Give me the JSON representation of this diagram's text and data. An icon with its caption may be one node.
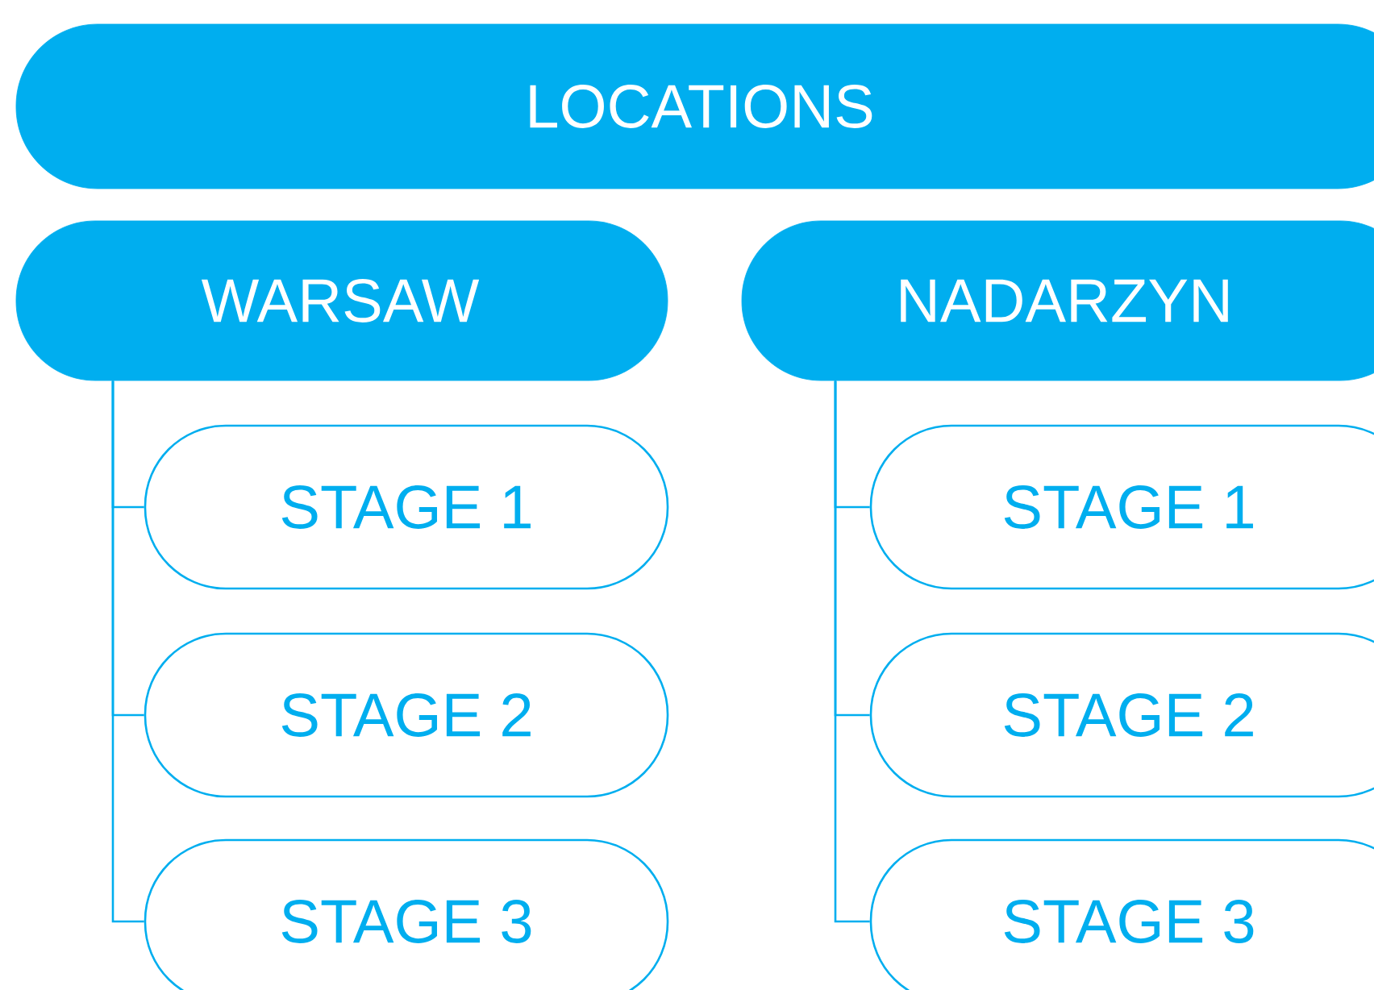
{
  "diagram": {
    "nodes": [
      {
        "text": [
          "LOCATIONS"
        ]
      },
      {
        "text": [
          "WARSAW"
        ]
      },
      {
        "text": [
          "STAGE 1"
        ]
      },
      {
        "text": [
          "STAGE 2"
        ]
      },
      {
        "text": [
          "STAGE 3"
        ]
      },
      {
        "text": [
          "NADARZYN"
        ]
      },
      {
        "text": [
          "STAGE 1"
        ]
      },
      {
        "text": [
          "STAGE 2"
        ]
      },
      {
        "text": [
          "STAGE 3"
        ]
      }
    ],
    "edges": [
      {
        "from": 1,
        "to": 2,
        "arrow": "none"
      },
      {
        "from": 1,
        "to": 3,
        "arrow": "none"
      },
      {
        "from": 1,
        "to": 4,
        "arrow": "none"
      },
      {
        "from": 5,
        "to": 6,
        "arrow": "none"
      },
      {
        "from": 5,
        "to": 7,
        "arrow": "none"
      },
      {
        "from": 5,
        "to": 8,
        "arrow": "none"
      }
    ]
  }
}
